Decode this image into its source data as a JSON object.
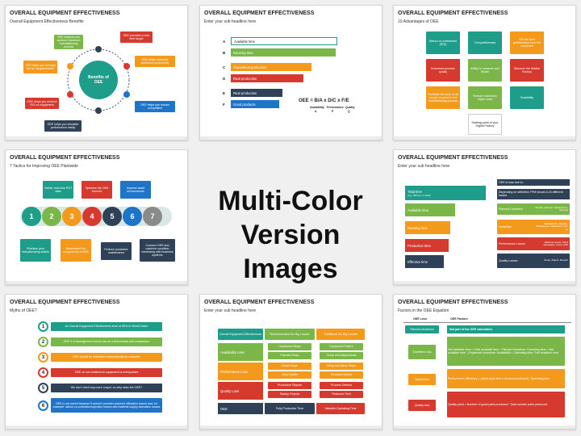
{
  "center": {
    "line1": "Multi-Color",
    "line2": "Version Images"
  },
  "slides": [
    {
      "title": "OVERALL EQUIPMENT EFFECTIVENESS",
      "subtitle": "Overall Equipment Effectiveness Benefits",
      "hub": "Benefits of OEE",
      "items": [
        "OEE ensures you achieve maximum manufacturing process",
        "OEE provides a real-time target",
        "OEE helps you manage the six largest losses",
        "OEE helps maximize workforce productivity",
        "OEE helps you achieve ROI on equipment",
        "OEE helps you remain competitive",
        "OEE helps you visualize performance easily"
      ]
    },
    {
      "title": "OVERALL EQUIPMENT EFFECTIVENESS",
      "subtitle": "Enter your sub headline here",
      "rows": [
        {
          "letter": "A",
          "label": "Available time"
        },
        {
          "letter": "B",
          "label": "Running time"
        },
        {
          "letter": "C",
          "label": "Theoretical production"
        },
        {
          "letter": "D",
          "label": "Real production"
        },
        {
          "letter": "E",
          "label": "Real production"
        },
        {
          "letter": "F",
          "label": "Good products"
        }
      ],
      "formula": "OEE = B/A x D/C x F/E",
      "formula_terms": [
        "Availability",
        "Performance",
        "Quality"
      ],
      "formula_letters": [
        "A",
        "P",
        "Q"
      ]
    },
    {
      "title": "OVERALL EQUIPMENT EFFECTIVENESS",
      "subtitle": "10 Advantages of OEE",
      "items": [
        "Return on Investment (ROI)",
        "Competitiveness",
        "Get the best performance from the machines",
        "Increased process quality",
        "Ability to measure and decide",
        "Discover the Hidden Factory",
        "Facilitate the work of all people involved in the manufacturing process",
        "Reduce machinery repair costs",
        "Scalability",
        "Starting point of your Digital Factory"
      ]
    },
    {
      "title": "OVERALL EQUIPMENT EFFECTIVENESS",
      "subtitle": "7 Tactics for Improving OEE Plantwide",
      "numbers": [
        "1",
        "2",
        "3",
        "4",
        "5",
        "6",
        "7"
      ],
      "top": [
        "Gather real-time POT data",
        "Optimize the OEE formula",
        "Improve asset environments"
      ],
      "bottom": [
        "Prioritize your manufacturing assets",
        "Understand the components of OEE",
        "Perform predictive maintenance",
        "Connect OEE and machine condition monitoring with business systems"
      ]
    },
    {
      "title": "OVERALL EQUIPMENT EFFECTIVENESS",
      "subtitle": "Enter your sub headline here",
      "left": [
        {
          "label": "Total time",
          "sub": "(e.g. 365 hrs. (1 shift)"
        },
        {
          "label": "Available time",
          "sub": ""
        },
        {
          "label": "Running time",
          "sub": ""
        },
        {
          "label": "Productive time",
          "sub": ""
        },
        {
          "label": "Effective time",
          "sub": ""
        }
      ],
      "note_title": "OEE is loss due to :",
      "note_body": "Depending on definition TPM knows 6-16 different losses",
      "right": [
        {
          "label": "Planned Downtime",
          "detail": "Breaks, planned maintenance, cleaning"
        },
        {
          "label": "Downtime",
          "detail": "Breakdowns, Repairs, Changeover, Adjustment, Set-up"
        },
        {
          "label": "Performance Losses",
          "detail": "Machine speed, Short stoppages, Lower yield"
        },
        {
          "label": "Quality Losses",
          "detail": "Scrap, Reject, Rework"
        }
      ]
    },
    {
      "title": "OVERALL EQUIPMENT EFFECTIVENESS",
      "subtitle": "Myths of OEE?",
      "myths": [
        {
          "n": "1",
          "text": "An Overall Equipment Effectiveness level of 85% is 'World Class'"
        },
        {
          "n": "2",
          "text": "OEE is a Management tool to use as a benchmark and comparison"
        },
        {
          "n": "3",
          "text": "OEE should be calculated automatically by computer"
        },
        {
          "n": "4",
          "text": "OEE on non-bottleneck equipment is unimportant"
        },
        {
          "n": "5",
          "text": "We don't need any more output, so why raise the OEE?"
        },
        {
          "n": "6",
          "text": "OEE is not useful because it doesn't consider planned utilization losses and, for example, labour co-ordination/operator losses and material supply starvation losses"
        }
      ]
    },
    {
      "title": "OVERALL EQUIPMENT EFFECTIVENESS",
      "subtitle": "Enter your sub headline here",
      "headers": [
        "Overall Equipment Effectiveness",
        "Recommended Six Big Losses",
        "Traditional Six Big Losses"
      ],
      "rows": [
        {
          "label": "Availability Loss",
          "a": [
            "Unplanned Stops",
            "Planned Stops"
          ],
          "b": [
            "Equipment Failure",
            "Setup and Adjustments"
          ]
        },
        {
          "label": "Performance Loss",
          "a": [
            "Small Stops",
            "Slow Cycles"
          ],
          "b": [
            "Idling and Minor Stops",
            "Reduced Speed"
          ]
        },
        {
          "label": "Quality Loss",
          "a": [
            "Production Rejects",
            "Startup Rejects"
          ],
          "b": [
            "Process Defects",
            "Reduced Yield"
          ]
        }
      ],
      "footer": [
        "OEE",
        "Fully Productive Time",
        "Valuable Operating Time"
      ]
    },
    {
      "title": "OVERALL EQUIPMENT EFFECTIVENESS",
      "subtitle": "Factors in the OEE Equation",
      "col_headers": [
        "OEE Loss",
        "OEE Factors"
      ],
      "rows": [
        {
          "loss": "Planned shutdown",
          "factor": "Not part of the OEE calculation."
        },
        {
          "loss": "Downtime loss",
          "factor": "Net available time = Total available time - Planned downtime; Operating time = Net available time - Unplanned downtime; Availability = Operating time / Net available time"
        },
        {
          "loss": "Speed loss",
          "factor": "Performance efficiency = (Ideal cycle time x Amount produced) / Operating time"
        },
        {
          "loss": "Quality loss",
          "factor": "Quality yield = Number of good parts produced / Total number parts produced"
        }
      ]
    }
  ],
  "colors": {
    "teal": "#1f9d8b",
    "red": "#d63a2f",
    "orange": "#f39a1c",
    "green": "#7ab648",
    "navy": "#2f4157",
    "blue": "#1e74c9",
    "dark": "#3a4a5e"
  }
}
